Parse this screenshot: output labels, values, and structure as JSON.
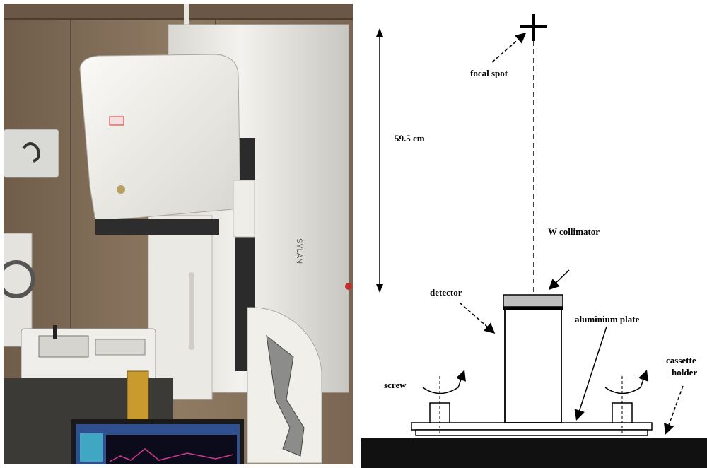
{
  "labels": {
    "focal_spot": "focal spot",
    "distance": "59.5 cm",
    "collimator_line1": "W collimator",
    "detector": "detector",
    "aluminium_plate": "aluminium plate",
    "cassette_line1": "cassette",
    "cassette_line2": "holder",
    "screw": "screw"
  },
  "photo": {
    "brand_text": "SYLAN"
  },
  "colors": {
    "wall": "#8a7560",
    "machine": "#f1efe9",
    "base": "#111111"
  }
}
